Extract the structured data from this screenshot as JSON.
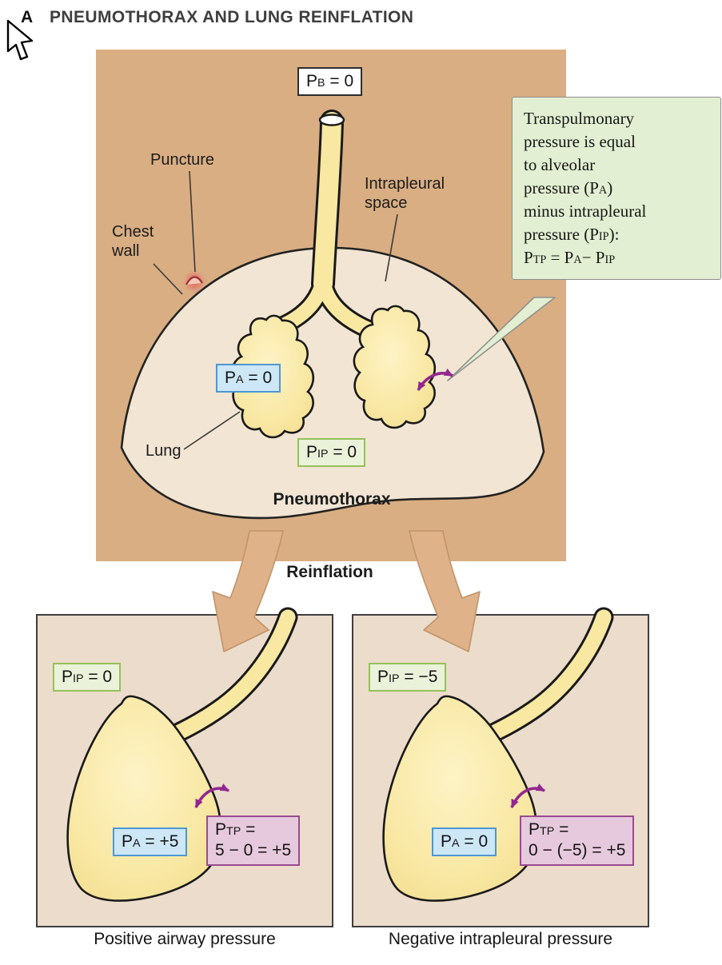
{
  "header": {
    "panel_letter": "A",
    "title": "PNEUMOTHORAX AND LUNG REINFLATION"
  },
  "main_panel": {
    "pb_box": {
      "base": "P",
      "sub": "B",
      "rest": " = 0"
    },
    "pa_box": {
      "base": "P",
      "sub": "A",
      "rest": " = 0"
    },
    "pip_box": {
      "base": "P",
      "sub": "IP",
      "rest": " = 0"
    },
    "labels": {
      "puncture": "Puncture",
      "chest_wall_line1": "Chest",
      "chest_wall_line2": "wall",
      "intrapleural_line1": "Intrapleural",
      "intrapleural_line2": "space",
      "lung": "Lung",
      "pneumothorax": "Pneumothorax"
    },
    "callout": {
      "line1": "Transpulmonary",
      "line2": "pressure is equal",
      "line3": "to alveolar",
      "line4_pre": "pressure (P",
      "line4_sub": "A",
      "line4_post": ")",
      "line5": "minus intrapleural",
      "line6_pre": "pressure (P",
      "line6_sub": "IP",
      "line6_post": "):",
      "line7_p1": "P",
      "line7_s1": "TP",
      "line7_p2": " = P",
      "line7_s2": "A",
      "line7_p3": "− P",
      "line7_s3": "IP"
    }
  },
  "reinflation_label": "Reinflation",
  "left_panel": {
    "pip_box": {
      "base": "P",
      "sub": "IP",
      "rest": " = 0"
    },
    "pa_box": {
      "base": "P",
      "sub": "A",
      "rest": " = +5"
    },
    "ptp_box": {
      "l1_base": "P",
      "l1_sub": "TP",
      "l1_rest": " =",
      "l2": "5 − 0 = +5"
    },
    "caption": "Positive airway pressure"
  },
  "right_panel": {
    "pip_box": {
      "base": "P",
      "sub": "IP",
      "rest": " = −5"
    },
    "pa_box": {
      "base": "P",
      "sub": "A",
      "rest": " = 0"
    },
    "ptp_box": {
      "l1_base": "P",
      "l1_sub": "TP",
      "l1_rest": " =",
      "l2": "0 − (−5) = +5"
    },
    "caption": "Negative intrapleural pressure"
  },
  "colors": {
    "panel_tan": "#d9ae83",
    "sub_panel_bg": "#ecdccb",
    "dome_cream": "#f2e5d3",
    "lung_yellow": "#f8e8a2",
    "blue_border": "#4e97d2",
    "green_border": "#94c25a",
    "purple_border": "#984b8f",
    "purple_arrow": "#93278f",
    "callout_bg": "#e2efd2",
    "arrow_tan": "#dfb28a",
    "puncture_red": "#d94f46"
  }
}
